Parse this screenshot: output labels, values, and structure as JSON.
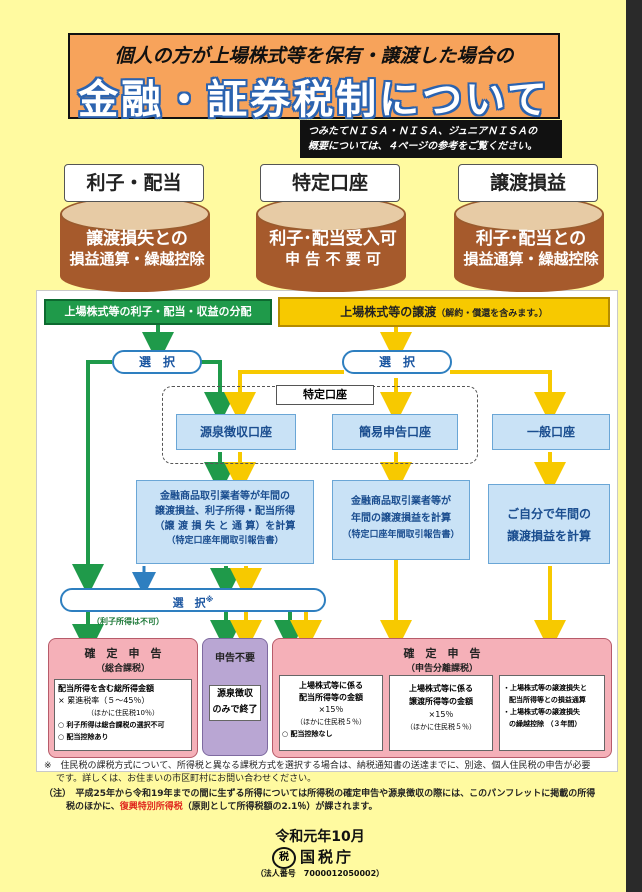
{
  "header": {
    "subtitle": "個人の方が上場株式等を保有・譲渡した場合の",
    "title": "金融・証券税制について",
    "note_line1": "つみたてＮＩＳＡ・ＮＩＳＡ、ジュニアＮＩＳＡの",
    "note_line2": "概要については、４ページの参考をご覧ください。"
  },
  "stumps": [
    {
      "label": "利子・配当",
      "line1": "譲渡損失との",
      "line2": "損益通算・繰越控除"
    },
    {
      "label": "特定口座",
      "line1": "利子･配当受入可",
      "line2": "申 告 不 要 可"
    },
    {
      "label": "譲渡損益",
      "line1": "利子･配当との",
      "line2": "損益通算・繰越控除"
    }
  ],
  "flow": {
    "hdr_left": "上場株式等の利子・配当・収益の分配",
    "hdr_right": "上場株式等の譲渡",
    "hdr_right_small": "（解約・償還を含みます。）",
    "select": "選　択",
    "select2": "選　択",
    "select_big": "選　択",
    "asterisk": "※",
    "tokutei": "特定口座",
    "gensen": "源泉徴収口座",
    "kan-i": "簡易申告口座",
    "ippan": "一般口座",
    "box1_l1": "金融商品取引業者等が年間の",
    "box1_l2": "譲渡損益、利子所得・配当所得",
    "box1_l3": "（譲 渡 損 失 と 通 算）を計算",
    "box1_l4": "（特定口座年間取引報告書）",
    "box2_l1": "金融商品取引業者等が",
    "box2_l2": "年間の譲渡損益を計算",
    "box2_l3": "（特定口座年間取引報告書）",
    "box3_l1": "ご自分で年間の",
    "box3_l2": "譲渡損益を計算",
    "rishi_fuka": "（利子所得は不可）",
    "pink1_title": "確　定　申　告",
    "pink1_sub": "（総合課税）",
    "pink1_l1": "配当所得を含む総所得金額",
    "pink1_l2": "× 累進税率（５～45％）",
    "pink1_l3": "（ほかに住民税10％）",
    "pink1_l4": "利子所得は総合課税の選択不可",
    "pink1_l5": "配当控除あり",
    "purp_title": "申告不要",
    "purp_l1": "源泉徴収",
    "purp_l2": "のみで終了",
    "pink2_title": "確　定　申　告",
    "pink2_sub": "（申告分離課税）",
    "p2a_l1": "上場株式等に係る",
    "p2a_l2": "配当所得等の金額",
    "p2a_l3": "×15％",
    "p2a_l4": "（ほかに住民税５％）",
    "p2a_l5": "配当控除なし",
    "p2b_l1": "上場株式等に係る",
    "p2b_l2": "譲渡所得等の金額",
    "p2b_l3": "×15％",
    "p2b_l4": "（ほかに住民税５％）",
    "p2c_l1": "・上場株式等の譲渡損失と",
    "p2c_l2": "配当所得等との損益通算",
    "p2c_l3": "・上場株式等の譲渡損失",
    "p2c_l4": "の繰越控除",
    "p2c_l5": "（３年間）"
  },
  "footnotes": {
    "n1_l1": "※　住民税の課税方式について、所得税と異なる課税方式を選択する場合は、納税通知書の送達までに、別途、個人住民税の申告が必要",
    "n1_l2": "です。詳しくは、お住まいの市区町村にお問い合わせください。",
    "n2_l1": "（注）　平成25年から令和19年までの間に生ずる所得については所得税の確定申告や源泉徴収の際には、このパンフレットに掲載の所得",
    "n2_l2a": "税のほかに、",
    "n2_red": "復興特別所得税",
    "n2_l2b": "（原則として所得税額の2.1％）が課されます。"
  },
  "footer": {
    "date": "令和元年10月",
    "agency": "国税庁",
    "corp_no": "（法人番号　7000012050002）"
  },
  "colors": {
    "green": "#1f9a4a",
    "yellow": "#f7c900",
    "blue": "#2e7fc0",
    "pink": "#f5b0b8",
    "purple": "#b9a6d3",
    "orange": "#f7a35b"
  }
}
